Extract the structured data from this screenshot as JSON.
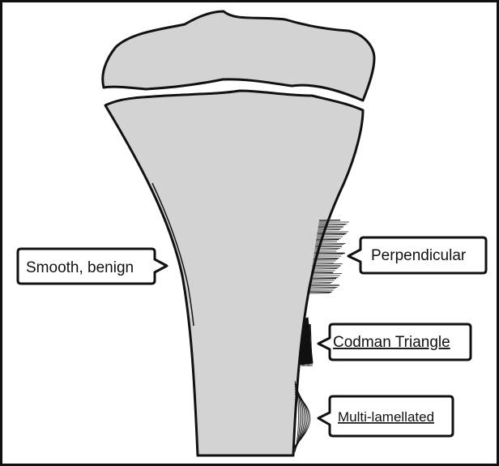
{
  "colors": {
    "bone_fill": "#d3d3d3",
    "outline": "#111111",
    "background": "#ffffff",
    "spellcheck_underline": "#c03030"
  },
  "labels": {
    "smooth": "Smooth, benign",
    "perpendicular": "Perpendicular",
    "codman": "Codman Triangle",
    "multilamellated": "Multi-lamellated"
  }
}
